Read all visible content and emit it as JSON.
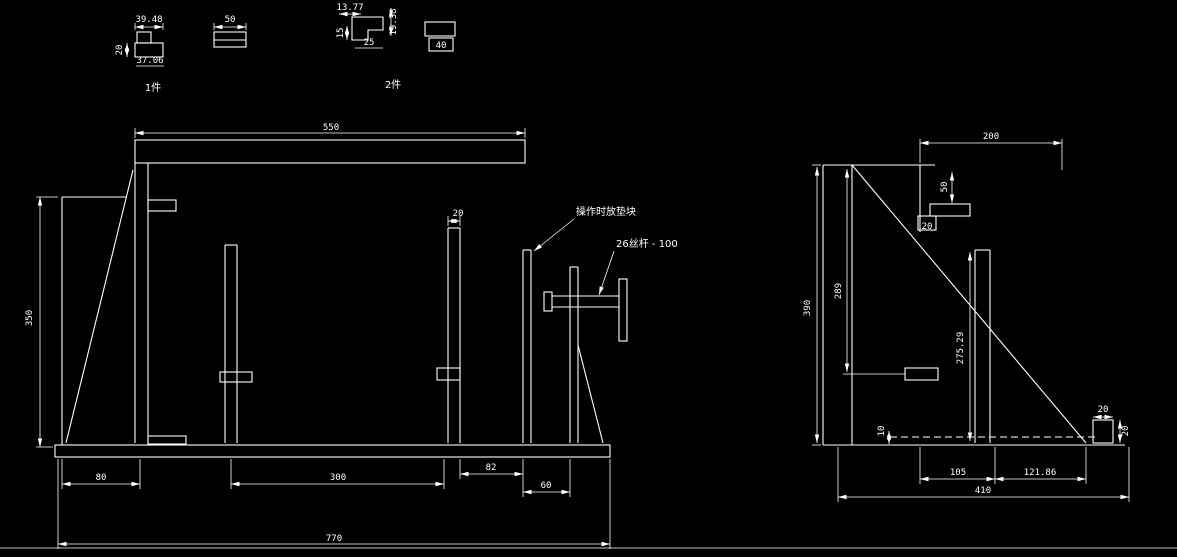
{
  "colors": {
    "background": "#000000",
    "line": "#ffffff"
  },
  "parts": {
    "part1": {
      "dim_top": "39.48",
      "dim_left": "20",
      "dim_bottom": "37.06",
      "label": "1件"
    },
    "part2": {
      "dim_top": "50"
    },
    "part3": {
      "dim_top": "13.77",
      "dim_right": "19.38",
      "dim_left": "15",
      "dim_bottom": "25",
      "label": "2件"
    },
    "part4": {
      "dim": "40"
    }
  },
  "front_view": {
    "dim_top_width": "550",
    "dim_left_height": "350",
    "dim_post_width": "20",
    "note_pad": "操作时放垫块",
    "note_rod": "26丝杆 - 100",
    "dim_seg_80": "80",
    "dim_seg_300": "300",
    "dim_seg_82": "82",
    "dim_seg_60": "60",
    "dim_total_width": "770"
  },
  "side_view": {
    "dim_top_width": "200",
    "dim_left_height": "390",
    "dim_inner_height": "289",
    "dim_plate_50": "50",
    "dim_step_20": "20",
    "dim_plate_height": "275.29",
    "dim_gap_10": "10",
    "dim_block_width": "20",
    "dim_block_height": "20",
    "dim_seg_105": "105",
    "dim_seg_12186": "121.86",
    "dim_base_width": "410"
  }
}
